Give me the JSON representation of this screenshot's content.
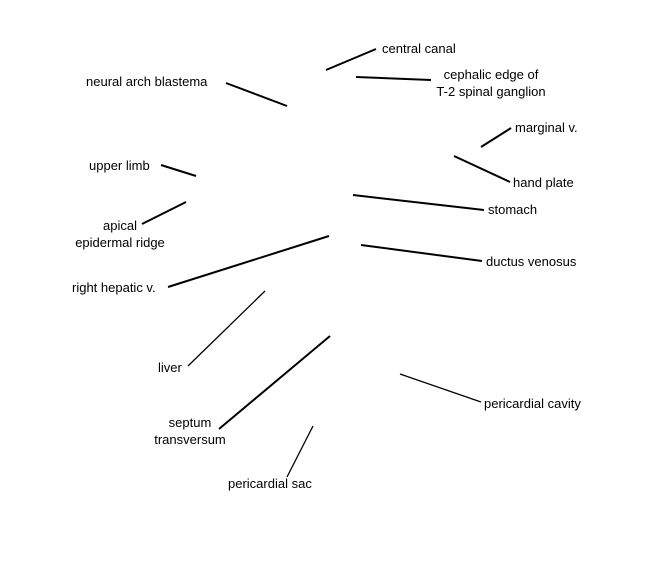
{
  "labels": {
    "central_canal": "central canal",
    "cephalic_edge_line1": "cephalic edge of",
    "cephalic_edge_line2": "T-2 spinal ganglion",
    "neural_arch_blastema": "neural arch blastema",
    "marginal_v": "marginal v.",
    "upper_limb": "upper limb",
    "hand_plate": "hand plate",
    "stomach": "stomach",
    "apical_line1": "apical",
    "apical_line2": "epidermal ridge",
    "ductus_venosus": "ductus venosus",
    "right_hepatic_v": "right hepatic v.",
    "liver": "liver",
    "pericardial_cavity": "pericardial cavity",
    "septum_line1": "septum",
    "septum_line2": "transversum",
    "pericardial_sac": "pericardial sac"
  },
  "colors": {
    "background": "#ffffff",
    "ink": "#000000"
  }
}
